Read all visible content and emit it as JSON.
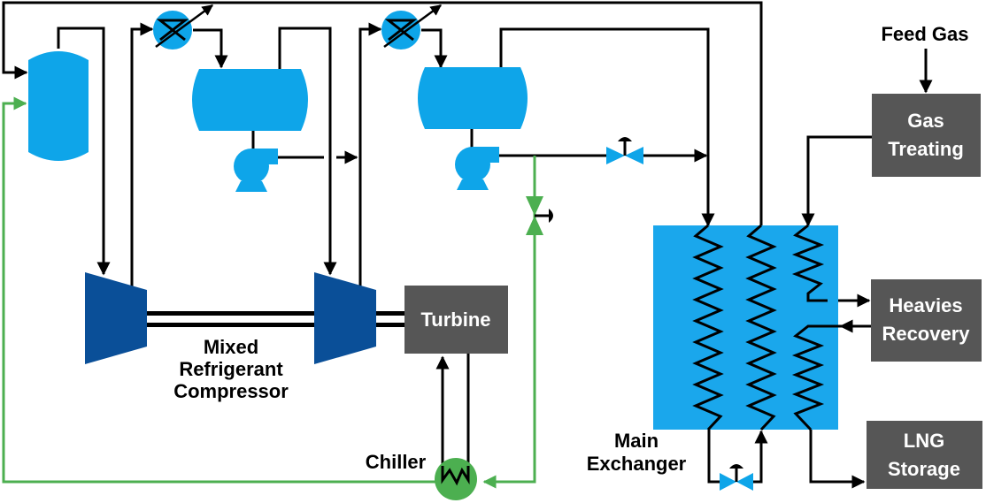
{
  "colors": {
    "vessel": "#0ea5e9",
    "compressor": "#0a4f98",
    "exchanger": "#1aa7ec",
    "process_box": "#565656",
    "recycle_line": "#4caf50",
    "chiller": "#4caf50",
    "line": "#000000"
  },
  "labels": {
    "feed_gas": "Feed Gas",
    "gas_treating": [
      "Gas",
      "Treating"
    ],
    "heavies_recovery": [
      "Heavies",
      "Recovery"
    ],
    "lng_storage": [
      "LNG",
      "Storage"
    ],
    "turbine": "Turbine",
    "compressor": [
      "Mixed",
      "Refrigerant",
      "Compressor"
    ],
    "main_exchanger": [
      "Main",
      "Exchanger"
    ],
    "chiller": "Chiller"
  },
  "icons": [
    "suction-drum-icon",
    "interstage-drum-icon",
    "discharge-drum-icon",
    "pump-icon",
    "cooler-icon",
    "valve-icon",
    "compressor-stage-icon",
    "chiller-icon",
    "exchanger-coil-icon"
  ]
}
